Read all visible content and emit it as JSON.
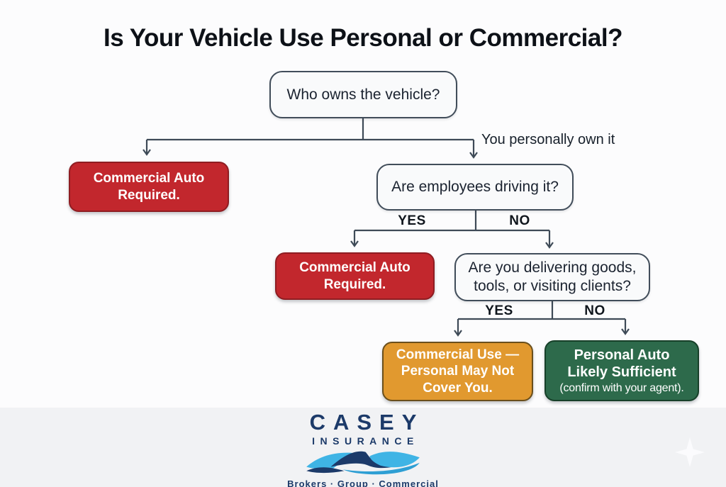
{
  "page": {
    "title": "Is Your Vehicle Use Personal or Commercial?"
  },
  "flow": {
    "question_owner": "Who owns the vehicle?",
    "edge_label_personal": "You personally own it",
    "outcome_business": "Commercial Auto Required.",
    "question_employees": "Are employees driving it?",
    "employees_yes": "YES",
    "employees_no": "NO",
    "outcome_employees": "Commercial Auto Required.",
    "question_delivering": "Are you delivering goods, tools, or visiting clients?",
    "delivering_yes": "YES",
    "delivering_no": "NO",
    "outcome_commercial_use": "Commercial Use — Personal May Not Cover You.",
    "outcome_personal_title": "Personal Auto Likely Sufficient",
    "outcome_personal_note": "(confirm with your agent)."
  },
  "footer": {
    "brand": "CASEY",
    "brand_sub": "INSURANCE",
    "tagline": "Brokers · Group · Commercial",
    "sparkle_icon": "four-point-star"
  },
  "colors": {
    "bg": "#fcfcfd",
    "footer-bg": "#f1f2f4",
    "line": "#3e4a57",
    "node-fill": "#f9fafb",
    "node-border": "#414d5a",
    "red": "#c2272d",
    "red-border": "#8f1d22",
    "orange": "#e1992f",
    "orange-border": "#6a4f1c",
    "green": "#2d6a4b",
    "green-border": "#174029",
    "navy": "#1c3a69",
    "wave-light": "#3fb4e5",
    "wave-mid": "#2e9fd4"
  }
}
